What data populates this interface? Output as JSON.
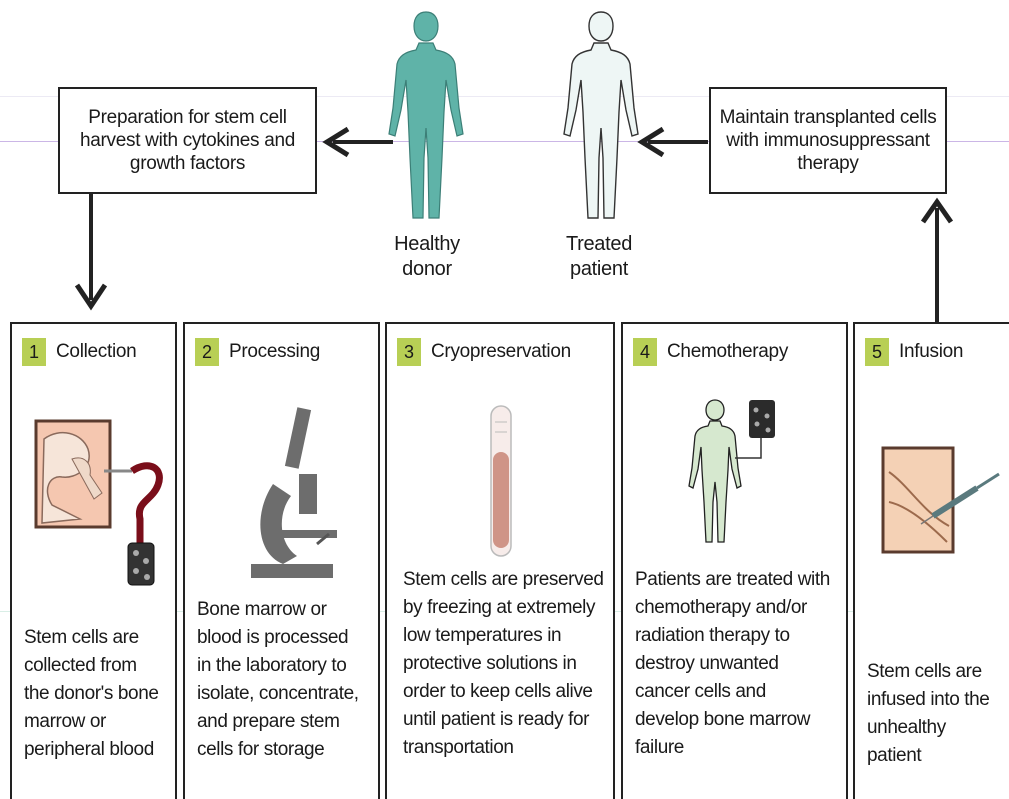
{
  "top_boxes": {
    "preparation": "Preparation for stem cell harvest with cytokines and growth factors",
    "maintain": "Maintain transplanted cells with immunosuppressant therapy"
  },
  "figures": {
    "donor": "Healthy\ndonor",
    "patient": "Treated\npatient"
  },
  "steps": [
    {
      "number": "1",
      "title": "Collection",
      "description": "Stem cells are\ncollected from\nthe donor's bone\nmarrow or\nperipheral blood"
    },
    {
      "number": "2",
      "title": "Processing",
      "description": "Bone marrow or\nblood is processed\nin the laboratory to\nisolate, concentrate,\nand prepare stem\ncells for storage"
    },
    {
      "number": "3",
      "title": "Cryopreservation",
      "description": "Stem cells are preserved\nby freezing at extremely\nlow temperatures in\nprotective solutions in\norder to keep cells alive\nuntil patient is ready for\ntransportation"
    },
    {
      "number": "4",
      "title": "Chemotherapy",
      "description": "Patients are treated with\nchemotherapy and/or\nradiation therapy to\ndestroy unwanted\ncancer cells and\ndevelop bone marrow\nfailure"
    },
    {
      "number": "5",
      "title": "Infusion",
      "description": "Stem cells are\ninfused into the\nunhealthy\npatient"
    }
  ],
  "colors": {
    "donor_teal": "#5fb3a8",
    "patient_white": "#eef6f5",
    "step_badge": "#b8cf55",
    "chemo_body": "#d6e8cf"
  }
}
